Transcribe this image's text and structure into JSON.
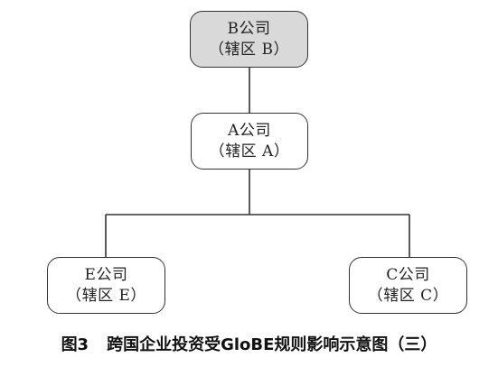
{
  "nodes": {
    "b": {
      "name": "B公司",
      "jurisdiction": "（辖区 B）"
    },
    "a": {
      "name": "A公司",
      "jurisdiction": "（辖区 A）"
    },
    "e": {
      "name": "E公司",
      "jurisdiction": "（辖区 E）"
    },
    "c": {
      "name": "C公司",
      "jurisdiction": "（辖区 C）"
    }
  },
  "caption": {
    "number": "图3",
    "title": "跨国企业投资受GloBE规则影响示意图（三）"
  },
  "colors": {
    "highlight_fill": "#d9d9d9",
    "border": "#333333"
  }
}
